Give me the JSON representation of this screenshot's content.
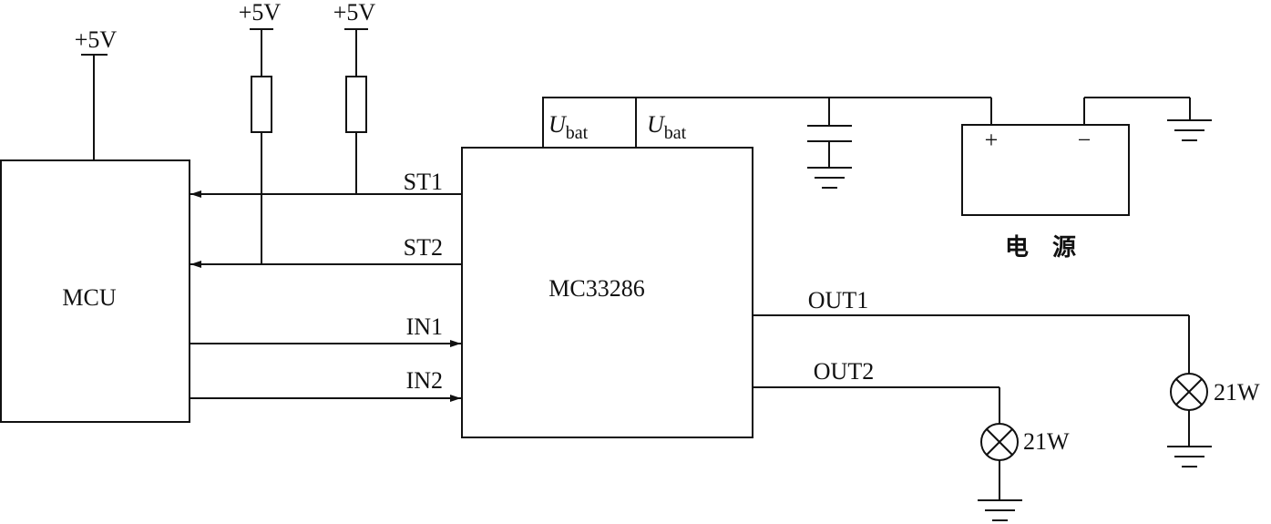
{
  "mcu": {
    "label": "MCU"
  },
  "chip": {
    "label": "MC33286"
  },
  "supply": {
    "mcu": "+5V",
    "r1": "+5V",
    "r2": "+5V"
  },
  "signals": {
    "st1": "ST1",
    "st2": "ST2",
    "in1": "IN1",
    "in2": "IN2",
    "out1": "OUT1",
    "out2": "OUT2"
  },
  "ubat": {
    "main": "U",
    "sub": "bat"
  },
  "power_source": {
    "label": "电　源",
    "plus": "+",
    "minus": "−"
  },
  "lamps": {
    "out1": "21W",
    "out2": "21W"
  }
}
